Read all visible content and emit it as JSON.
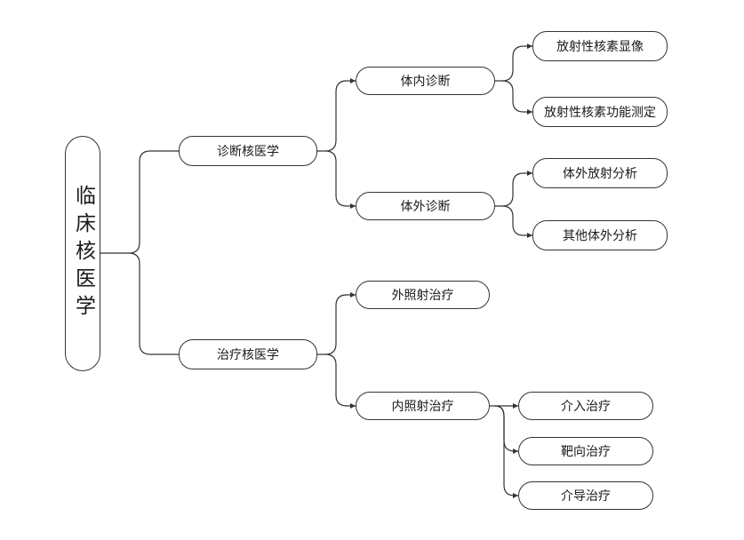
{
  "root": "临床核医学",
  "branches": {
    "diagnosis": "诊断核医学",
    "therapy": "治疗核医学"
  },
  "diagnosis_children": {
    "in_vivo": "体内诊断",
    "in_vitro": "体外诊断"
  },
  "in_vivo_children": {
    "imaging": "放射性核素显像",
    "function_test": "放射性核素功能测定"
  },
  "in_vitro_children": {
    "radio_analysis": "体外放射分析",
    "other_analysis": "其他体外分析"
  },
  "therapy_children": {
    "external": "外照射治疗",
    "internal": "内照射治疗"
  },
  "internal_children": {
    "interventional": "介入治疗",
    "targeted": "靶向治疗",
    "guided": "介导治疗"
  }
}
